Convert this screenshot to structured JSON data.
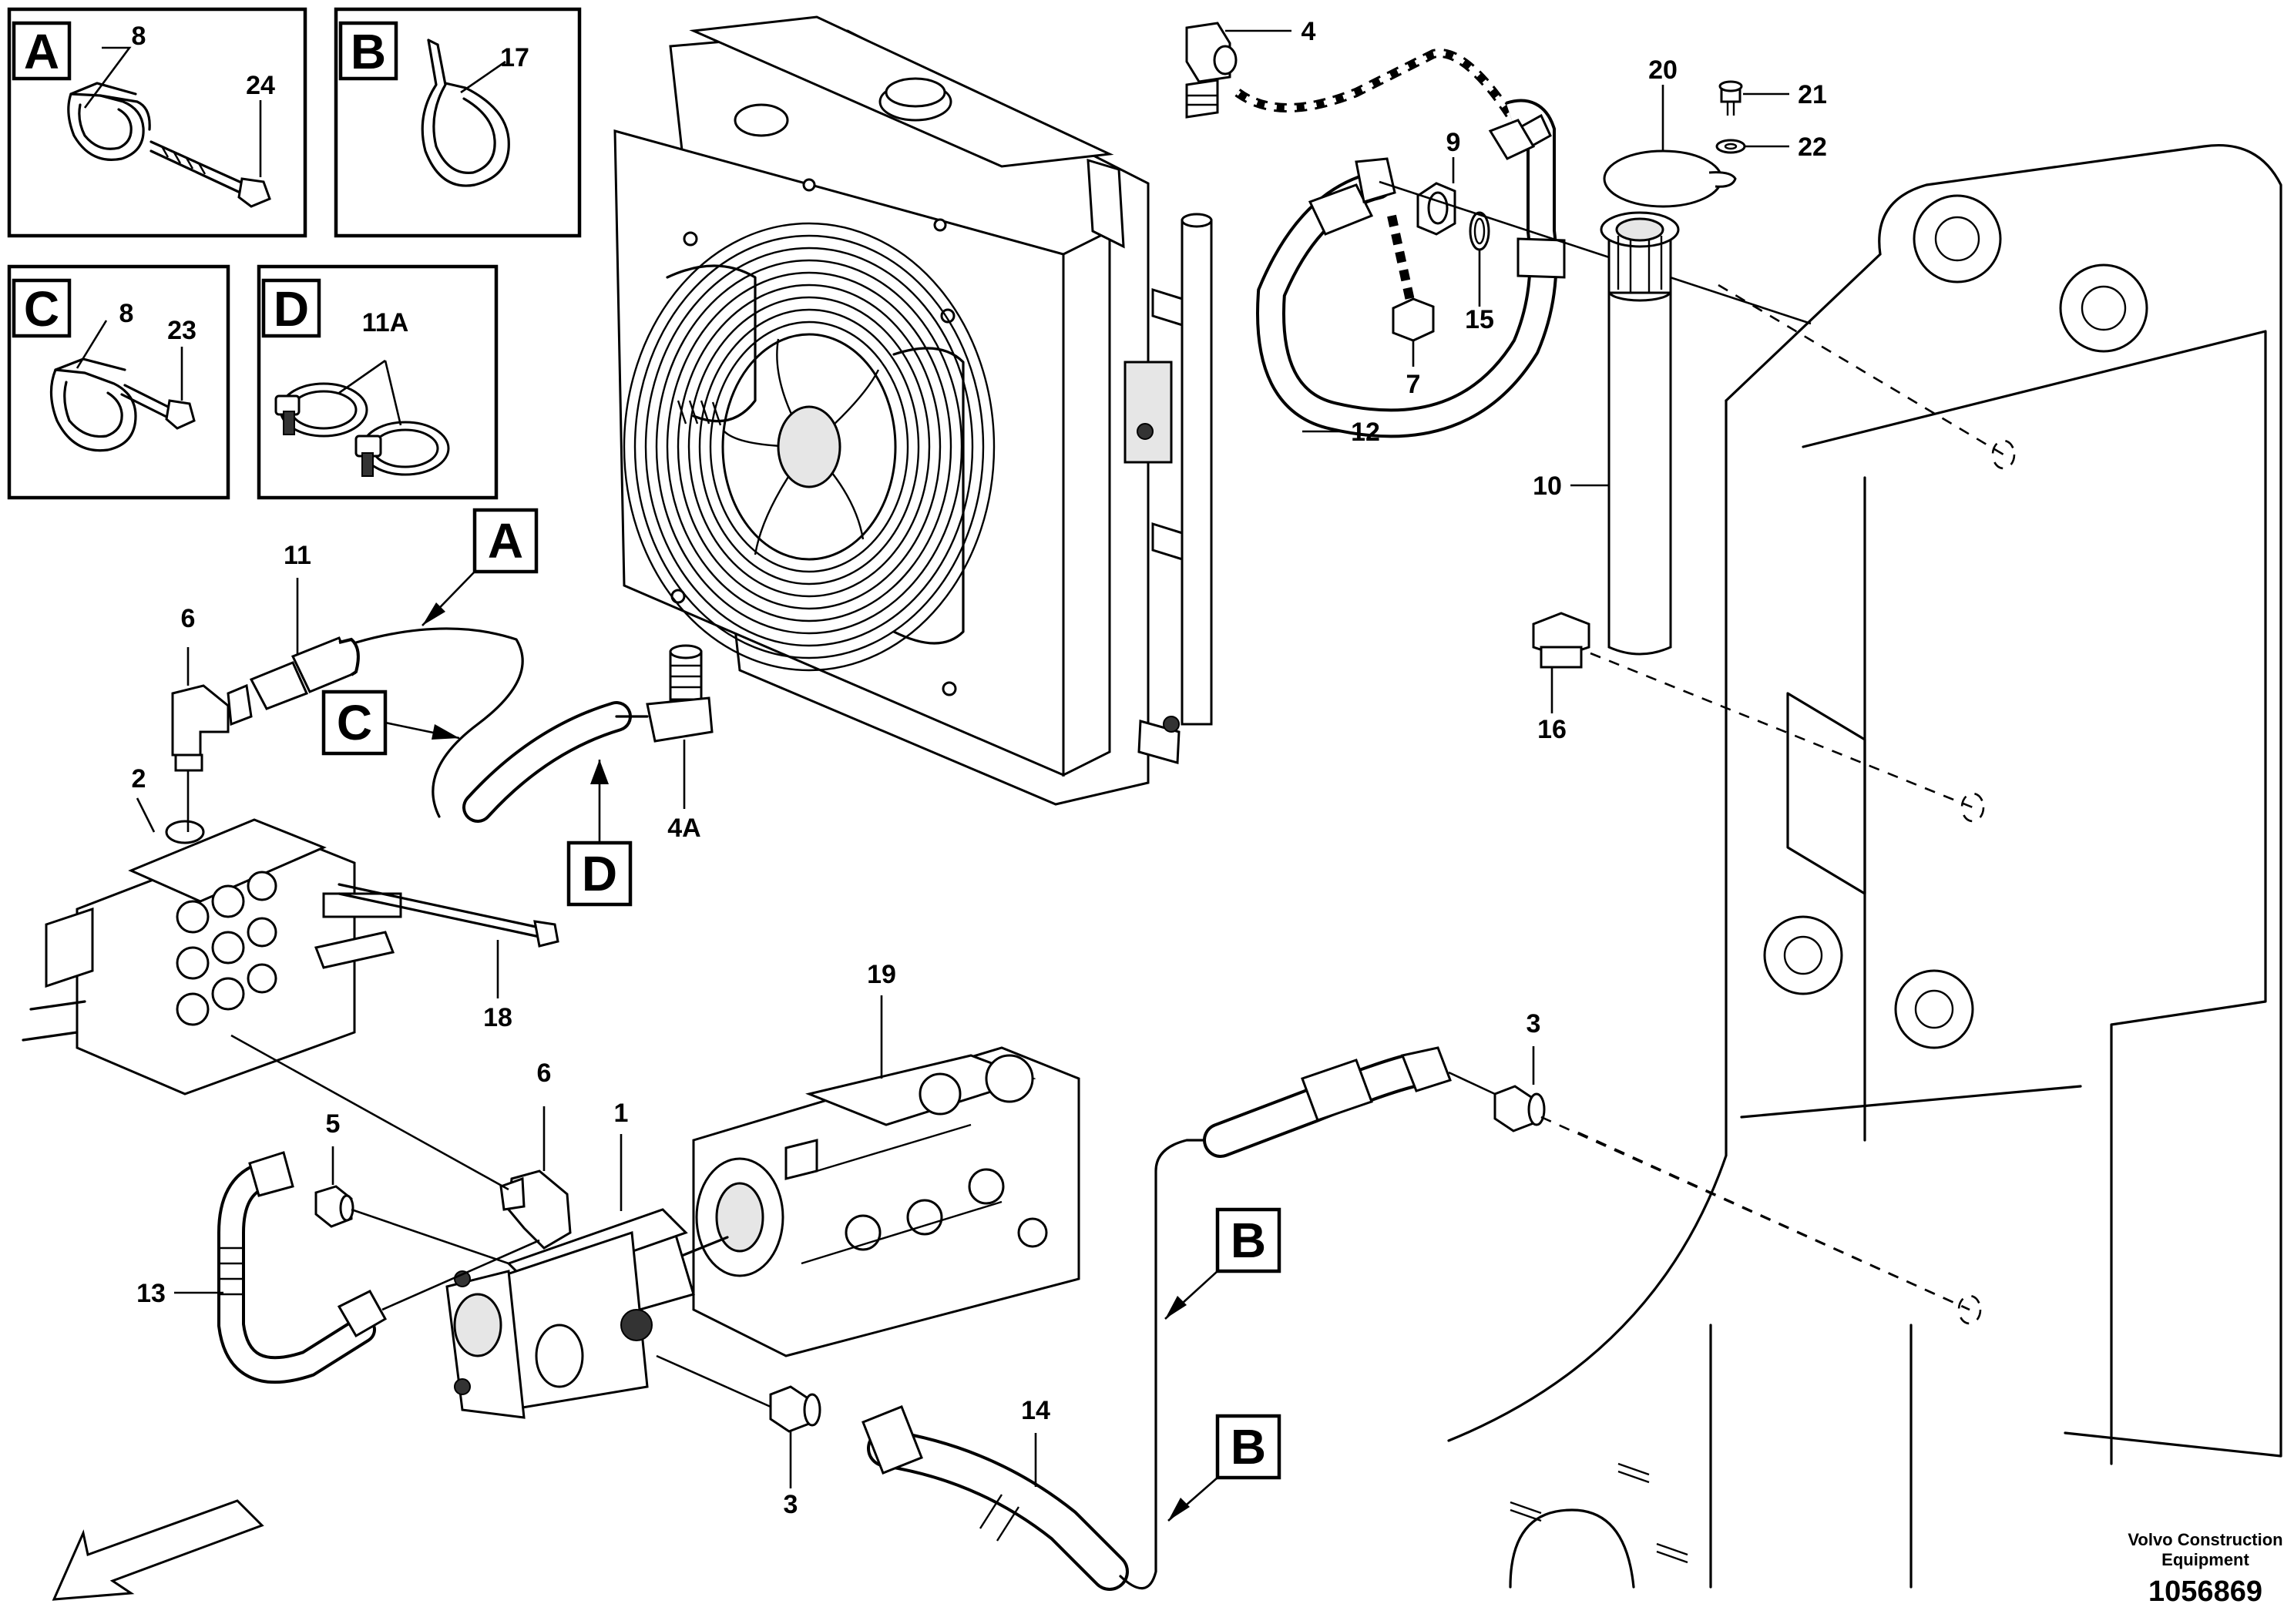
{
  "callouts": {
    "p1": "1",
    "p2": "2",
    "p3a": "3",
    "p3b": "3",
    "p4": "4",
    "p4a": "4A",
    "p5": "5",
    "p6a": "6",
    "p6b": "6",
    "p7": "7",
    "p8a": "8",
    "p8b": "8",
    "p9": "9",
    "p10": "10",
    "p11": "11",
    "p11a": "11A",
    "p12": "12",
    "p13": "13",
    "p14": "14",
    "p15": "15",
    "p16": "16",
    "p17": "17",
    "p18": "18",
    "p19": "19",
    "p20": "20",
    "p21": "21",
    "p22": "22",
    "p23": "23",
    "p24": "24"
  },
  "detail_views": [
    {
      "letter": "A",
      "parts": [
        "8",
        "24"
      ]
    },
    {
      "letter": "B",
      "parts": [
        "17"
      ]
    },
    {
      "letter": "C",
      "parts": [
        "8",
        "23"
      ]
    },
    {
      "letter": "D",
      "parts": [
        "11A"
      ]
    }
  ],
  "refs": {
    "a": "A",
    "b1": "B",
    "b2": "B",
    "c": "C",
    "d": "D"
  },
  "footer": {
    "brand_line1": "Volvo Construction",
    "brand_line2": "Equipment",
    "drawing_number": "1056869"
  },
  "icons": [
    "front-direction-arrow-icon"
  ]
}
